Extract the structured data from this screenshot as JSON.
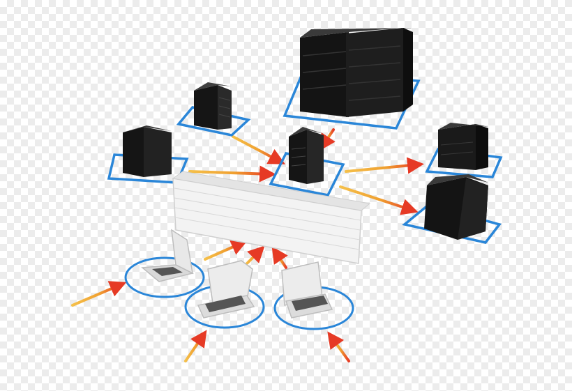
{
  "diagram": {
    "colors": {
      "server": "#1a1a1a",
      "server_top": "#3a3a3a",
      "pad_ring": "#2a86d8",
      "arrow": "#e8442a",
      "arrow_tail": "#f5b83a",
      "firewall": "#eeeeee",
      "laptop": "#e2e2e2"
    },
    "nodes": [
      {
        "id": "server-rack-cluster",
        "icon": "server-rack-icon"
      },
      {
        "id": "server-top-left",
        "icon": "server-tower-icon"
      },
      {
        "id": "server-left",
        "icon": "server-tower-icon"
      },
      {
        "id": "server-center-hub",
        "icon": "server-tower-icon"
      },
      {
        "id": "server-right-upper",
        "icon": "server-tower-icon"
      },
      {
        "id": "server-right-lower",
        "icon": "server-tower-icon"
      },
      {
        "id": "firewall",
        "icon": "brick-wall-icon"
      },
      {
        "id": "laptop-left",
        "icon": "laptop-icon"
      },
      {
        "id": "laptop-center",
        "icon": "laptop-icon"
      },
      {
        "id": "laptop-right",
        "icon": "laptop-icon"
      }
    ]
  }
}
